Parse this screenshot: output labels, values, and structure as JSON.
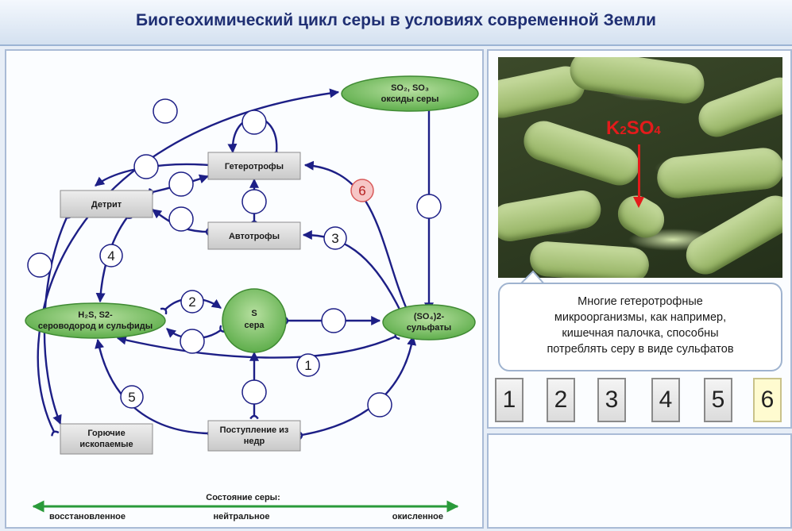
{
  "title": "Биогеохимический цикл серы в условиях современной Земли",
  "diagram": {
    "nodes": {
      "oxides_line1": "SO₂, SO₃",
      "oxides_line2": "оксиды серы",
      "heterotrophs": "Гетеротрофы",
      "detritus": "Детрит",
      "autotrophs": "Автотрофы",
      "h2s_line1": "H₂S, S2-",
      "h2s_line2": "сероводород и сульфиды",
      "sulfur_line1": "S",
      "sulfur_line2": "сера",
      "sulfates_line1": "(SO₄)2-",
      "sulfates_line2": "сульфаты",
      "fossil_line1": "Горючие",
      "fossil_line2": "ископаемые",
      "depth_line1": "Поступление из",
      "depth_line2": "недр"
    },
    "markers": {
      "m1": "1",
      "m2": "2",
      "m3": "3",
      "m4": "4",
      "m5": "5",
      "m6": "6"
    },
    "state_scale": {
      "title": "Состояние серы:",
      "left": "восстановленное",
      "middle": "нейтральное",
      "right": "окисленное"
    }
  },
  "photo": {
    "formula_main": "K",
    "formula_sub1": "2",
    "formula_mid": "SO",
    "formula_sub2": "4"
  },
  "callout": {
    "line1": "Многие гетеротрофные",
    "line2": "микроорганизмы, как например,",
    "line3": "кишечная палочка, способны",
    "line4": "потреблять серу в виде сульфатов"
  },
  "choices": [
    "1",
    "2",
    "3",
    "4",
    "5",
    "6"
  ],
  "selected_choice": "6",
  "colors": {
    "arrow": "#1d1f86",
    "ellipse_fill": "#7ec16a",
    "rect_fill": "#d8d8d8",
    "highlight_marker": "#f6c6c6",
    "formula": "#e31b1b"
  }
}
